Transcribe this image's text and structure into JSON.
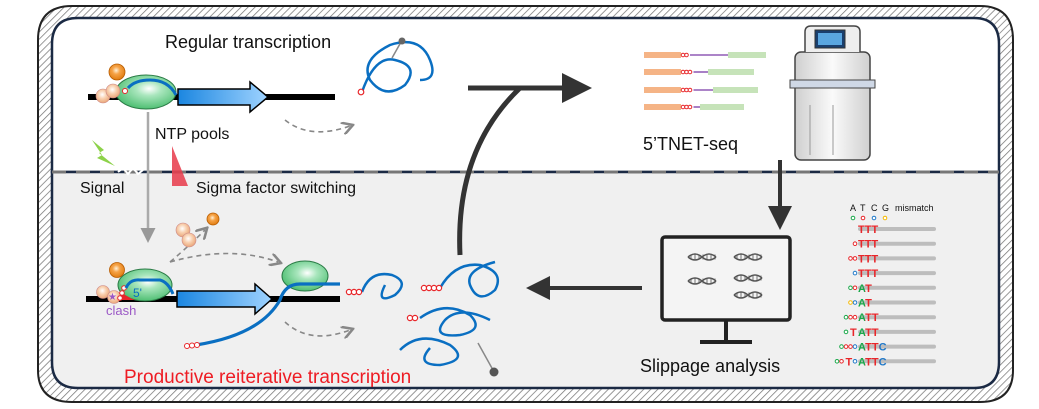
{
  "top": {
    "title": "Regular transcription",
    "ntp_label": "NTP pools",
    "signal_label": "Signal",
    "sigma_label": "Sigma factor switching"
  },
  "bottom": {
    "title": "Productive reiterative transcription",
    "clash_label": "clash",
    "five_prime_label": "5'"
  },
  "sequencing": {
    "label": "5’TNET-seq"
  },
  "analysis": {
    "label": "Slippage analysis",
    "header": [
      "A",
      "T",
      "C",
      "G"
    ],
    "mismatch_label": "mismatch",
    "rows": [
      {
        "prefix": [],
        "seq": "TTT"
      },
      {
        "prefix": [
          {
            "c": "T"
          }
        ],
        "seq": "TTT"
      },
      {
        "prefix": [
          {
            "c": "T"
          },
          {
            "c": "T"
          }
        ],
        "seq": "TTT"
      },
      {
        "prefix": [
          {
            "c": "C"
          }
        ],
        "seq": "TTT"
      },
      {
        "prefix": [
          {
            "c": "A"
          },
          {
            "c": "T"
          }
        ],
        "seq": "AT"
      },
      {
        "prefix": [
          {
            "c": "G"
          },
          {
            "c": "C"
          }
        ],
        "seq": "AT"
      },
      {
        "prefix": [
          {
            "c": "A"
          },
          {
            "c": "T"
          },
          {
            "c": "T"
          }
        ],
        "seq": "ATT"
      },
      {
        "prefix": [
          {
            "c": "A"
          },
          {
            "l": "T"
          }
        ],
        "seq": "ATT"
      },
      {
        "prefix": [
          {
            "c": "A"
          },
          {
            "c": "T"
          },
          {
            "c": "T"
          },
          {
            "c": "C"
          }
        ],
        "seq": "ATTC"
      },
      {
        "prefix": [
          {
            "c": "A"
          },
          {
            "c": "T"
          },
          {
            "l": "T"
          },
          {
            "c": "C"
          }
        ],
        "seq": "ATTC"
      }
    ]
  },
  "colors": {
    "A": "#1aa84a",
    "T": "#e8262a",
    "C": "#1f78c8",
    "G": "#f5b800",
    "rnap": "#7fd39a",
    "rna": "#0a6fc2",
    "productive_label": "#ee1c24",
    "clash_label": "#9b59c6"
  }
}
